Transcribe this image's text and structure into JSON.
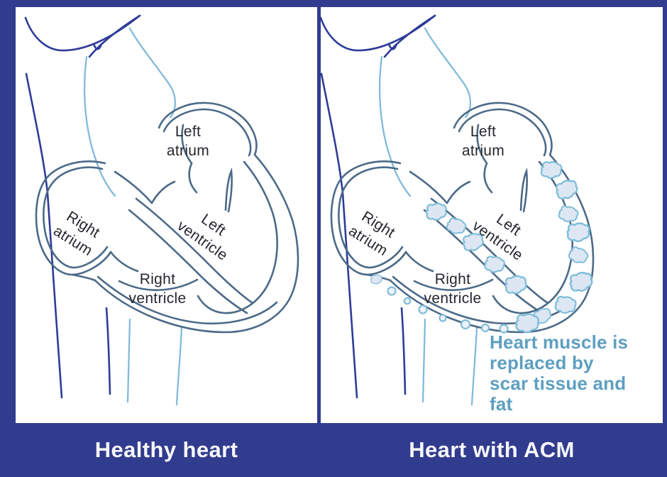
{
  "panels": [
    {
      "caption": "Healthy heart",
      "labels": {
        "left_atrium": "Left atrium",
        "right_atrium": "Right atrium",
        "left_ventricle": "Left ventricle",
        "right_ventricle": "Right ventricle"
      }
    },
    {
      "caption": "Heart with ACM",
      "labels": {
        "left_atrium": "Left atrium",
        "right_atrium": "Right atrium",
        "left_ventricle": "Left ventricle",
        "right_ventricle": "Right ventricle"
      },
      "annotation_lines": [
        "Heart muscle is",
        "replaced by",
        "scar tissue and",
        "fat"
      ]
    }
  ],
  "colors": {
    "background": "#313c8e",
    "panel": "#ffffff",
    "caption_text": "#f7f7fb",
    "annotation_text": "#5e9fc1",
    "heart_outline": "#4c6a88",
    "vessel_navy": "#2e3c99",
    "vessel_light_blue": "#82badb",
    "scar_blob_fill": "#dde7f3",
    "scar_blob_stroke": "#7fbdda",
    "label_text": "#26272e"
  },
  "icon_legend": {
    "scar_blob": "scar-and-fat-tissue-blob"
  }
}
